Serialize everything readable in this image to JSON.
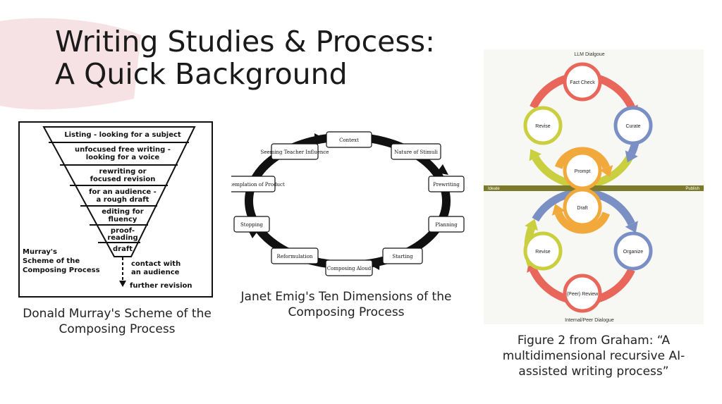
{
  "slide": {
    "title_line1": "Writing Studies & Process:",
    "title_line2": "A Quick Background"
  },
  "murray": {
    "levels": [
      [
        "Listing - looking for a subject"
      ],
      [
        "unfocused free writing -",
        "looking for a voice"
      ],
      [
        "rewriting or",
        "focused revision"
      ],
      [
        "for an audience -",
        "a rough draft"
      ],
      [
        "editing for",
        "fluency"
      ],
      [
        "proof-",
        "reading"
      ],
      [
        "draft"
      ]
    ],
    "side_label": [
      "Murray's",
      "Scheme of the",
      "Composing Process"
    ],
    "contact": [
      "contact with",
      "an audience"
    ],
    "further": "further revision",
    "caption": [
      "Donald Murray's Scheme of the",
      "Composing Process"
    ]
  },
  "emig": {
    "nodes": [
      "Context",
      "Nature of Stimuli",
      "Prewriting",
      "Planning",
      "Starting",
      "Composing Aloud",
      "Reformulation",
      "Stopping",
      "Contemplation of Product",
      "Seeming Teacher Influence"
    ],
    "caption": [
      "Janet Emig's Ten Dimensions of the",
      "Composing Process"
    ]
  },
  "graham": {
    "top_label": "LLM Dialgoue",
    "bottom_label": "Internal/Peer Dialogue",
    "axis_left": "Ideate",
    "axis_right": "Publish",
    "nodes": {
      "fact_check": "Fact Check",
      "revise_top": "Revise",
      "curate": "Curate",
      "prompt": "Prompt",
      "draft": "Draft",
      "revise_bottom": "Revise",
      "organize": "Organize",
      "peer_review": "(Peer) Review"
    },
    "colors": {
      "red": "#e8675a",
      "yellow": "#c9cf3f",
      "blue": "#7a8fc4",
      "orange": "#f2a93b",
      "axis": "#7a7a2a"
    },
    "caption": [
      "Figure 2 from Graham: “A",
      "multidimensional recursive AI-",
      "assisted writing process”"
    ]
  }
}
